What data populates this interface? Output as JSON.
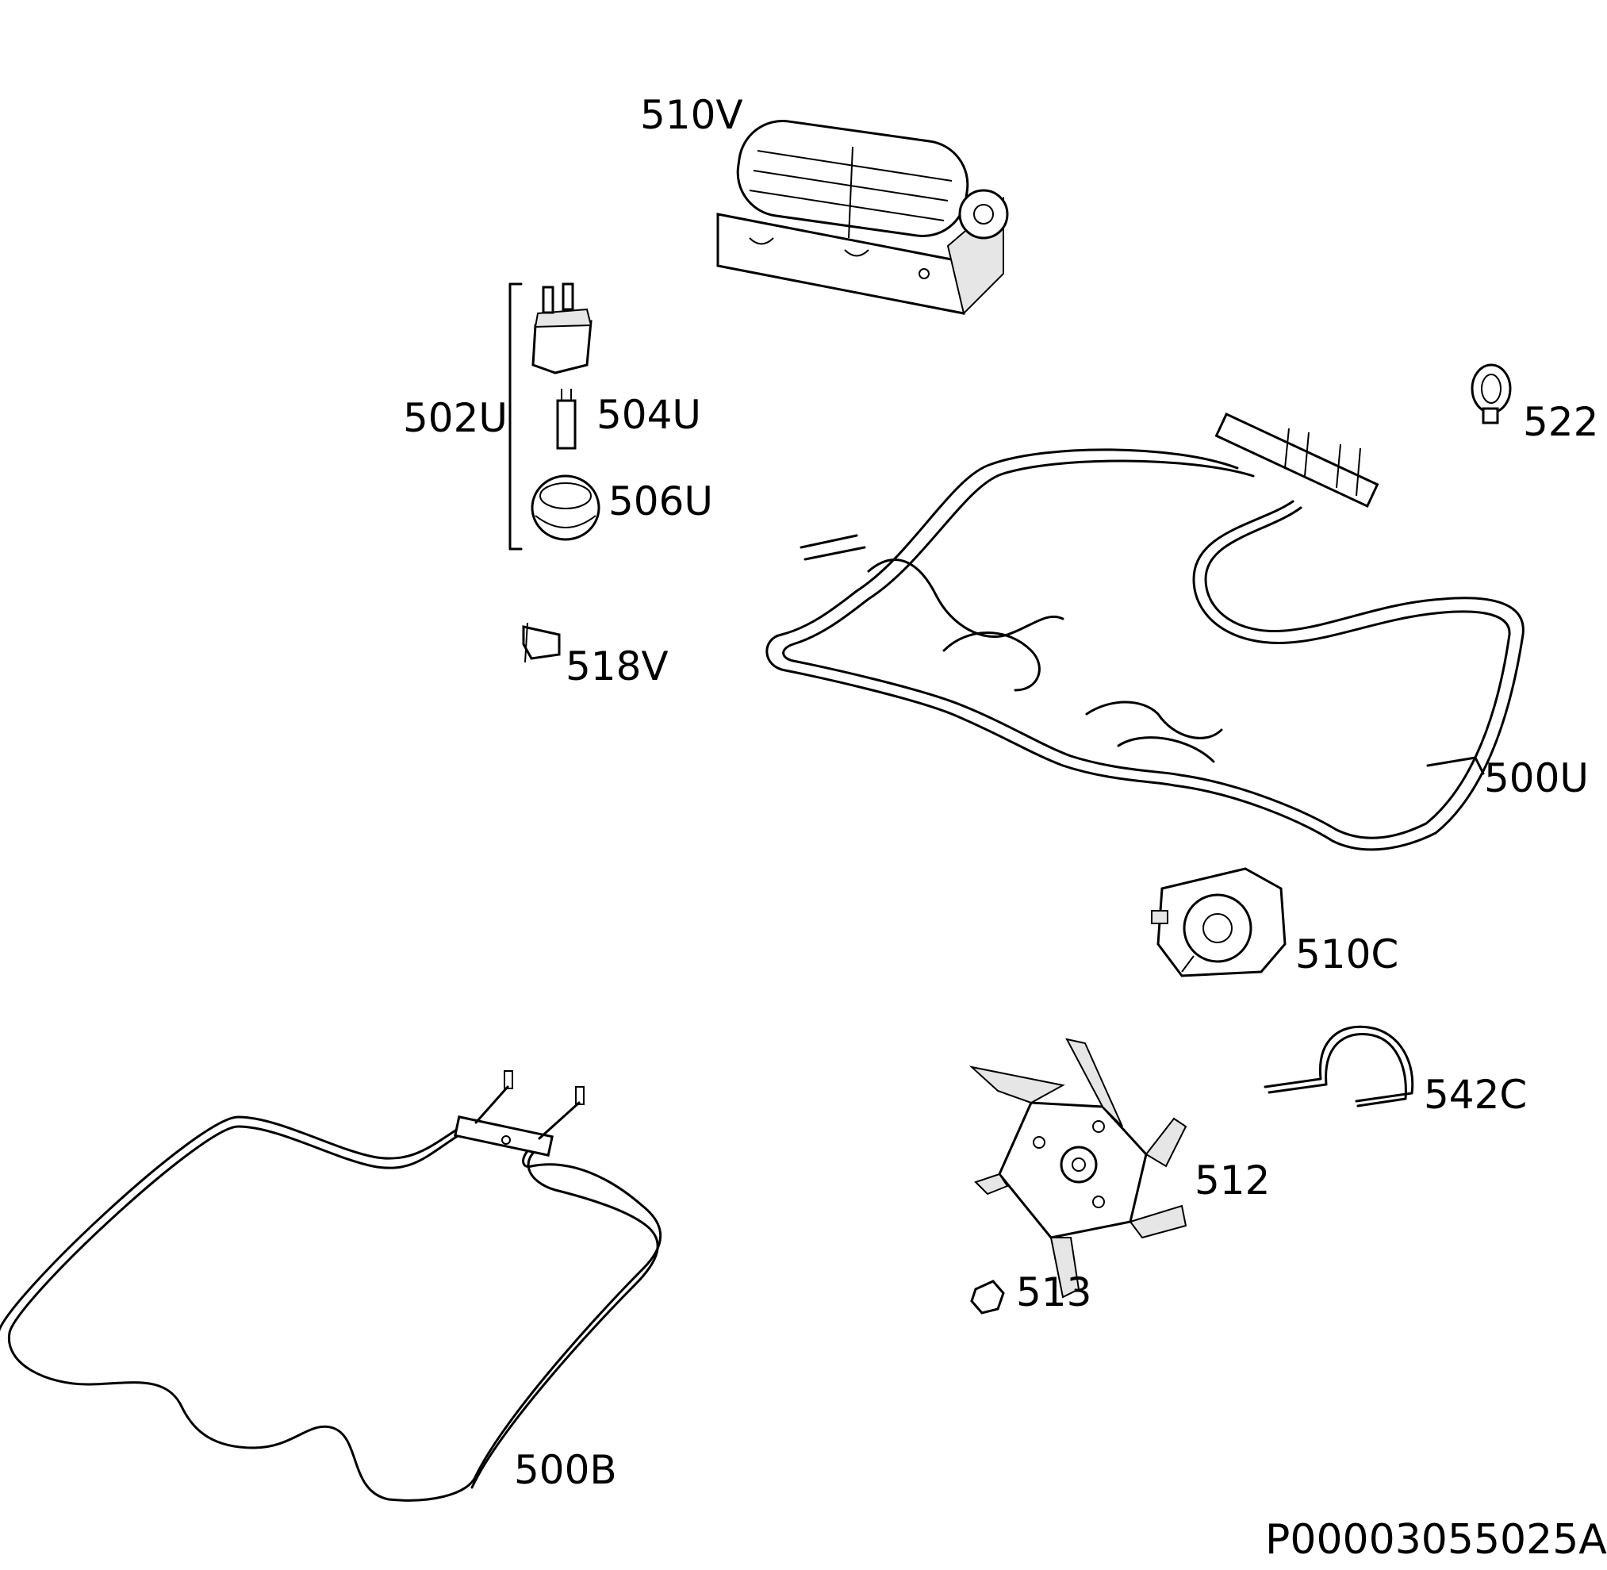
{
  "labels": {
    "p510V": "510V",
    "p502U": "502U",
    "p504U": "504U",
    "p506U": "506U",
    "p518V": "518V",
    "p522": "522",
    "p500U": "500U",
    "p510C": "510C",
    "p542C": "542C",
    "p512": "512",
    "p513": "513",
    "p500B": "500B"
  },
  "drawing_code": "P00003055025A"
}
